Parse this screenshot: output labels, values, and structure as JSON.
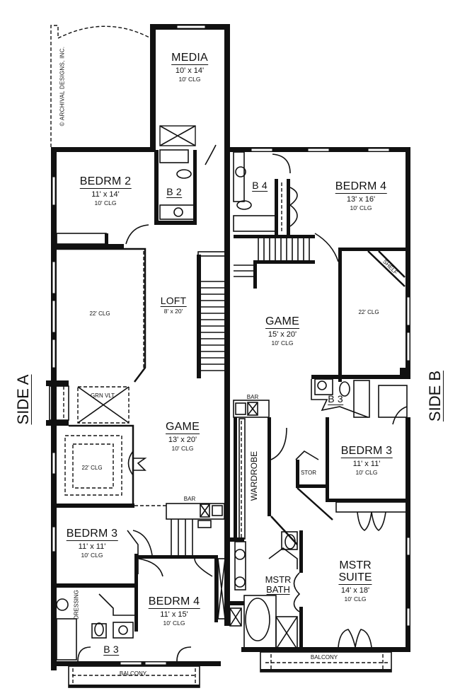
{
  "copyright": "© ARCHIVAL DESIGNS, INC.",
  "sides": {
    "a": "SIDE A",
    "b": "SIDE B"
  },
  "side_a": {
    "media": {
      "name": "MEDIA",
      "dim": "10' x 14'",
      "clg": "10' CLG"
    },
    "bedrm2": {
      "name": "BEDRM 2",
      "dim": "11' x 14'",
      "clg": "10' CLG"
    },
    "b2": {
      "name": "B 2"
    },
    "loft": {
      "name": "LOFT",
      "dim": "8' x 20'"
    },
    "vault_clg_upper": {
      "clg": "22' CLG"
    },
    "grn_vlt": {
      "label": "GRN VLT"
    },
    "vault_clg_lower": {
      "clg": "22' CLG"
    },
    "game": {
      "name": "GAME",
      "dim": "13' x 20'",
      "clg": "10' CLG"
    },
    "bar": {
      "label": "BAR"
    },
    "bedrm3": {
      "name": "BEDRM 3",
      "dim": "11' x 11'",
      "clg": "10' CLG"
    },
    "dressing": {
      "label": "DRESSING"
    },
    "bedrm4": {
      "name": "BEDRM 4",
      "dim": "11' x 15'",
      "clg": "10' CLG"
    },
    "b3": {
      "name": "B 3"
    },
    "balcony": {
      "label": "BALCONY"
    }
  },
  "side_b": {
    "b4": {
      "name": "B 4"
    },
    "bedrm4": {
      "name": "BEDRM 4",
      "dim": "13' x 16'",
      "clg": "10' CLG"
    },
    "shelf": {
      "label": "SHELF"
    },
    "vault_clg": {
      "clg": "22' CLG"
    },
    "game": {
      "name": "GAME",
      "dim": "15' x 20'",
      "clg": "10' CLG"
    },
    "b3": {
      "name": "B 3"
    },
    "bar": {
      "label": "BAR"
    },
    "wardrobe": {
      "label": "WARDROBE"
    },
    "stor": {
      "label": "STOR"
    },
    "bedrm3": {
      "name": "BEDRM 3",
      "dim": "11' x 11'",
      "clg": "10' CLG"
    },
    "mstr_bath": {
      "name_line1": "MSTR",
      "name_line2": "BATH"
    },
    "mstr_suite": {
      "name_line1": "MSTR",
      "name_line2": "SUITE",
      "dim": "14' x 18'",
      "clg": "10' CLG"
    },
    "balcony": {
      "label": "BALCONY"
    }
  }
}
